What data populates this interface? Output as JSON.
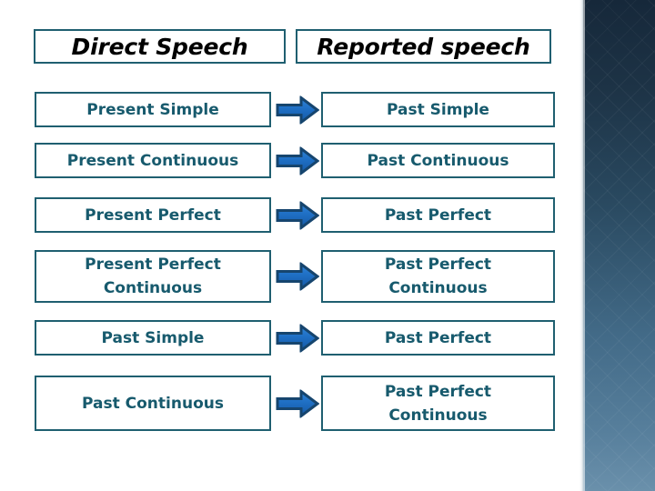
{
  "slide": {
    "headers": {
      "left": "Direct Speech",
      "right": "Reported speech"
    },
    "arrow_icon": "right-block-arrow-icon",
    "colors": {
      "box_border": "#1f5f70",
      "body_text": "#175a6d",
      "header_text": "#000000",
      "arrow_fill": "#1f6fc4",
      "arrow_outline": "#16456e",
      "panel_top": "#16283a",
      "panel_bottom": "#6a90ab",
      "background": "#ffffff"
    },
    "rows": [
      {
        "left": [
          "Present Simple"
        ],
        "right": [
          "Past Simple"
        ]
      },
      {
        "left": [
          "Present Continuous"
        ],
        "right": [
          "Past Continuous"
        ]
      },
      {
        "left": [
          "Present Perfect"
        ],
        "right": [
          "Past Perfect"
        ]
      },
      {
        "left": [
          "Present Perfect",
          "Continuous"
        ],
        "right": [
          "Past Perfect",
          "Continuous"
        ]
      },
      {
        "left": [
          "Past Simple"
        ],
        "right": [
          "Past Perfect"
        ]
      },
      {
        "left": [
          "Past Continuous"
        ],
        "right": [
          "Past Perfect",
          "Continuous"
        ]
      }
    ]
  }
}
